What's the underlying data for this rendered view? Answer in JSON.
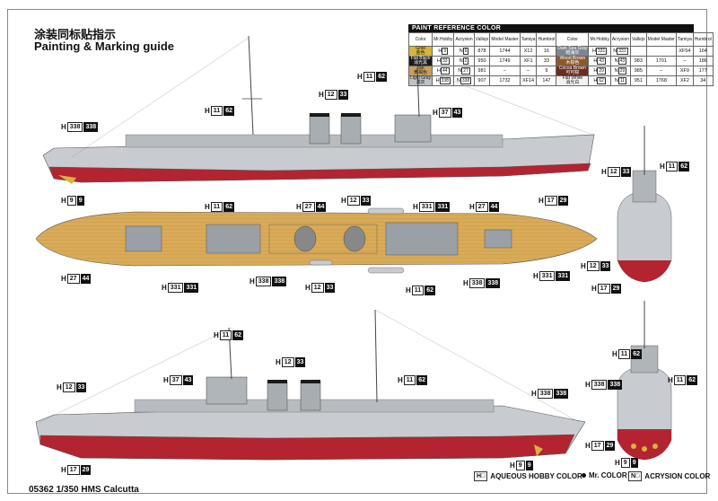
{
  "header": {
    "title_cn": "涂装同标贴指示",
    "title_en": "Painting & Marking guide"
  },
  "footer": {
    "model": "05362 1/350 HMS Calcutta"
  },
  "legend": {
    "aqueous": {
      "code": "H□",
      "label": "AQUEOUS HOBBY COLOR"
    },
    "mr": {
      "label": "Mr. COLOR"
    },
    "acrysion": {
      "code": "N□",
      "label": "ACRYSION COLOR"
    }
  },
  "paint_table": {
    "title": "PAINT REFERENCE COLOR",
    "headers": [
      "Color",
      "Mr.Hobby",
      "Acrysion",
      "Vallejo",
      "Model Master",
      "Tamiya",
      "Humbrol"
    ],
    "rows": [
      {
        "left": {
          "name": "Gold",
          "cn": "金色",
          "color": "#d8b53a",
          "hobby": "9",
          "acrysion": "9",
          "vallejo": "878",
          "mm": "1744",
          "tamiya": "X12",
          "humbrol": "16"
        },
        "right": {
          "name": "Dark Sea Gray",
          "cn": "暗海灰",
          "color": "#7d8690",
          "hobby": "331",
          "acrysion": "331",
          "vallejo": "",
          "mm": "",
          "tamiya": "XF54",
          "humbrol": "164"
        }
      },
      {
        "left": {
          "name": "Flat Black",
          "cn": "消光黑",
          "color": "#1a1a1a",
          "hobby": "33",
          "acrysion": "2",
          "vallejo": "950",
          "mm": "1749",
          "tamiya": "XF1",
          "humbrol": "33"
        },
        "right": {
          "name": "Wood Brown",
          "cn": "木棕色",
          "color": "#8b5a2b",
          "hobby": "43",
          "acrysion": "43",
          "vallejo": "983",
          "mm": "1701",
          "tamiya": "–",
          "humbrol": "186"
        }
      },
      {
        "left": {
          "name": "Tan",
          "cn": "黄褐色",
          "color": "#c8a05a",
          "hobby": "44",
          "acrysion": "27",
          "vallejo": "981",
          "mm": "–",
          "tamiya": "–",
          "humbrol": "9"
        },
        "right": {
          "name": "Cocoa Brown",
          "cn": "可可棕",
          "color": "#6a2d22",
          "hobby": "29",
          "acrysion": "29",
          "vallejo": "985",
          "mm": "–",
          "tamiya": "XF9",
          "humbrol": "177"
        }
      },
      {
        "left": {
          "name": "Light Gray",
          "cn": "浅灰",
          "color": "#bfc3c6",
          "hobby": "338",
          "acrysion": "338",
          "vallejo": "907",
          "mm": "1732",
          "tamiya": "XF14",
          "humbrol": "147"
        },
        "right": {
          "name": "Flat White",
          "cn": "消光白",
          "color": "#f2f2f2",
          "hobby": "62",
          "acrysion": "11",
          "vallejo": "951",
          "mm": "1768",
          "tamiya": "XF2",
          "humbrol": "34"
        }
      }
    ]
  },
  "callouts": [
    {
      "id": "top-62",
      "h": "11",
      "mr": "62"
    },
    {
      "id": "top-stack",
      "h": "12",
      "mr": "33"
    },
    {
      "id": "top-fore-62",
      "h": "11",
      "mr": "62"
    },
    {
      "id": "top-bridge",
      "h": "37",
      "mr": "43"
    },
    {
      "id": "top-338",
      "h": "338",
      "mr": "338"
    },
    {
      "id": "top-prop",
      "h": "9",
      "mr": "9"
    },
    {
      "id": "top-hull",
      "h": "17",
      "mr": "29"
    },
    {
      "id": "front-62",
      "h": "11",
      "mr": "62"
    },
    {
      "id": "front-33",
      "h": "12",
      "mr": "33"
    },
    {
      "id": "deck-62",
      "h": "11",
      "mr": "62"
    },
    {
      "id": "deck-44a",
      "h": "27",
      "mr": "44"
    },
    {
      "id": "deck-33a",
      "h": "12",
      "mr": "33"
    },
    {
      "id": "deck-331a",
      "h": "331",
      "mr": "331"
    },
    {
      "id": "deck-44b",
      "h": "27",
      "mr": "44"
    },
    {
      "id": "deck-44c",
      "h": "27",
      "mr": "44"
    },
    {
      "id": "deck-331b",
      "h": "331",
      "mr": "331"
    },
    {
      "id": "deck-338a",
      "h": "338",
      "mr": "338"
    },
    {
      "id": "deck-33b",
      "h": "12",
      "mr": "33"
    },
    {
      "id": "deck-62b",
      "h": "11",
      "mr": "62"
    },
    {
      "id": "deck-338b",
      "h": "338",
      "mr": "338"
    },
    {
      "id": "deck-331c",
      "h": "331",
      "mr": "331"
    },
    {
      "id": "front-33b",
      "h": "12",
      "mr": "33"
    },
    {
      "id": "front-29",
      "h": "17",
      "mr": "29"
    },
    {
      "id": "bot-62",
      "h": "11",
      "mr": "62"
    },
    {
      "id": "bot-33stack",
      "h": "12",
      "mr": "33"
    },
    {
      "id": "bot-33a",
      "h": "12",
      "mr": "33"
    },
    {
      "id": "bot-43",
      "h": "37",
      "mr": "43"
    },
    {
      "id": "bot-62b",
      "h": "11",
      "mr": "62"
    },
    {
      "id": "bot-338",
      "h": "338",
      "mr": "338"
    },
    {
      "id": "bot-prop",
      "h": "9",
      "mr": "9"
    },
    {
      "id": "bot-29",
      "h": "17",
      "mr": "29"
    },
    {
      "id": "bot-29b",
      "h": "17",
      "mr": "29"
    },
    {
      "id": "rear-62",
      "h": "11",
      "mr": "62"
    },
    {
      "id": "rear-338",
      "h": "338",
      "mr": "338"
    },
    {
      "id": "rear-62b",
      "h": "11",
      "mr": "62"
    },
    {
      "id": "rear-9",
      "h": "9",
      "mr": "9"
    }
  ]
}
